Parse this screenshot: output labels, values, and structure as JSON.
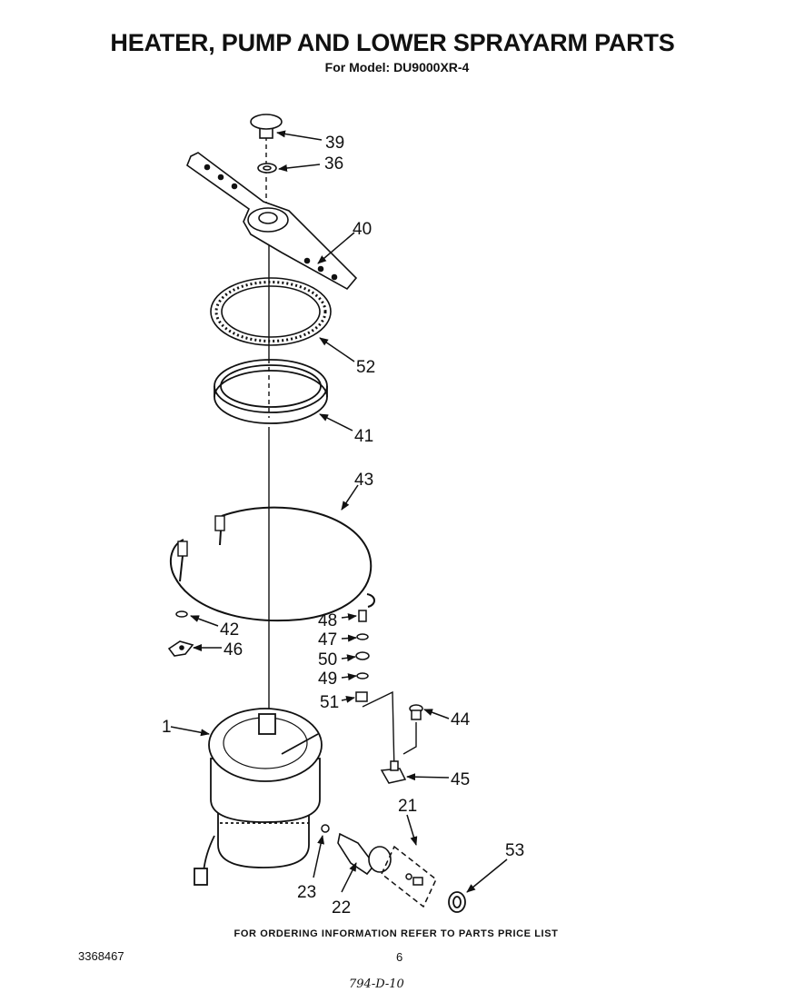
{
  "header": {
    "title": "HEATER, PUMP AND LOWER SPRAYARM PARTS",
    "subtitle": "For Model: DU9000XR-4"
  },
  "callouts": [
    {
      "id": "39",
      "label": "39"
    },
    {
      "id": "36",
      "label": "36"
    },
    {
      "id": "40",
      "label": "40"
    },
    {
      "id": "52",
      "label": "52"
    },
    {
      "id": "41",
      "label": "41"
    },
    {
      "id": "43",
      "label": "43"
    },
    {
      "id": "42",
      "label": "42"
    },
    {
      "id": "46",
      "label": "46"
    },
    {
      "id": "48",
      "label": "48"
    },
    {
      "id": "47",
      "label": "47"
    },
    {
      "id": "50",
      "label": "50"
    },
    {
      "id": "49",
      "label": "49"
    },
    {
      "id": "51",
      "label": "51"
    },
    {
      "id": "44",
      "label": "44"
    },
    {
      "id": "1",
      "label": "1"
    },
    {
      "id": "45",
      "label": "45"
    },
    {
      "id": "21",
      "label": "21"
    },
    {
      "id": "53",
      "label": "53"
    },
    {
      "id": "23",
      "label": "23"
    },
    {
      "id": "22",
      "label": "22"
    }
  ],
  "footer": {
    "ordering_note": "FOR ORDERING INFORMATION REFER TO PARTS PRICE LIST",
    "document_number": "3368467",
    "page_number": "6",
    "handwritten_code": "794-D-10"
  }
}
